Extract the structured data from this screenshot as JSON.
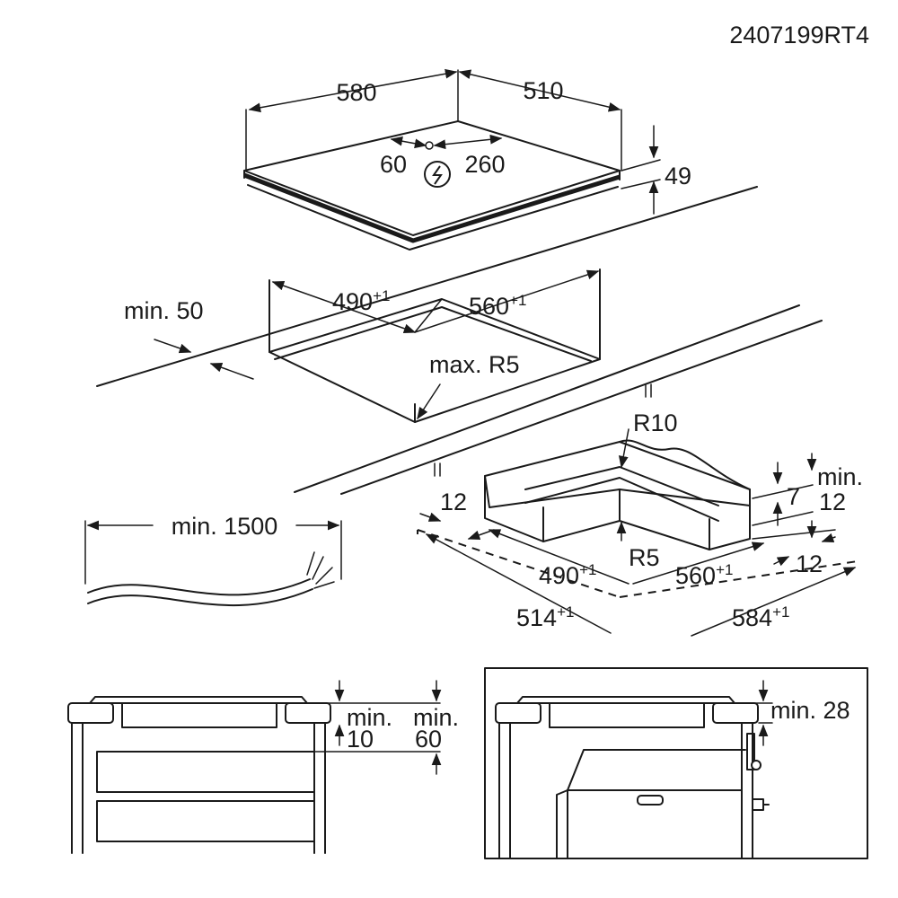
{
  "code": "2407199RT4",
  "hob": {
    "width": "580",
    "depth": "510",
    "height": "49",
    "conn_left": "60",
    "conn_right": "260"
  },
  "cutout": {
    "min_distance": "min. 50",
    "width": "490",
    "depth": "560",
    "tolerance": "+1",
    "radius": "max. R5"
  },
  "cable": {
    "length": "min. 1500"
  },
  "frame": {
    "r_outer": "R10",
    "r_inner": "R5",
    "edge": "12",
    "height": "7",
    "min12_label": "min.",
    "min12_value": "12",
    "side": "12",
    "inner_width": "490",
    "inner_depth": "560",
    "outer_width": "514",
    "outer_depth": "584",
    "tolerance": "+1"
  },
  "install_drawers": {
    "min_label_a": "min.",
    "min_value_a": "10",
    "min_label_b": "min.",
    "min_value_b": "60"
  },
  "install_oven": {
    "min_label": "min. 28"
  }
}
